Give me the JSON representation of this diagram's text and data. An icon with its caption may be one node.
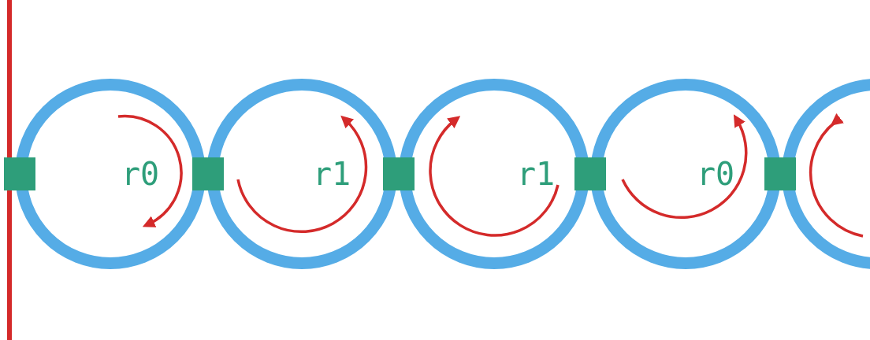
{
  "diagram": {
    "nodes": [
      {
        "text": [
          "r0"
        ]
      },
      {
        "text": [
          "r1"
        ]
      },
      {
        "text": [
          "r1"
        ]
      },
      {
        "text": [
          "r0"
        ]
      },
      {
        "text": [],
        "shape": "circle"
      }
    ]
  }
}
